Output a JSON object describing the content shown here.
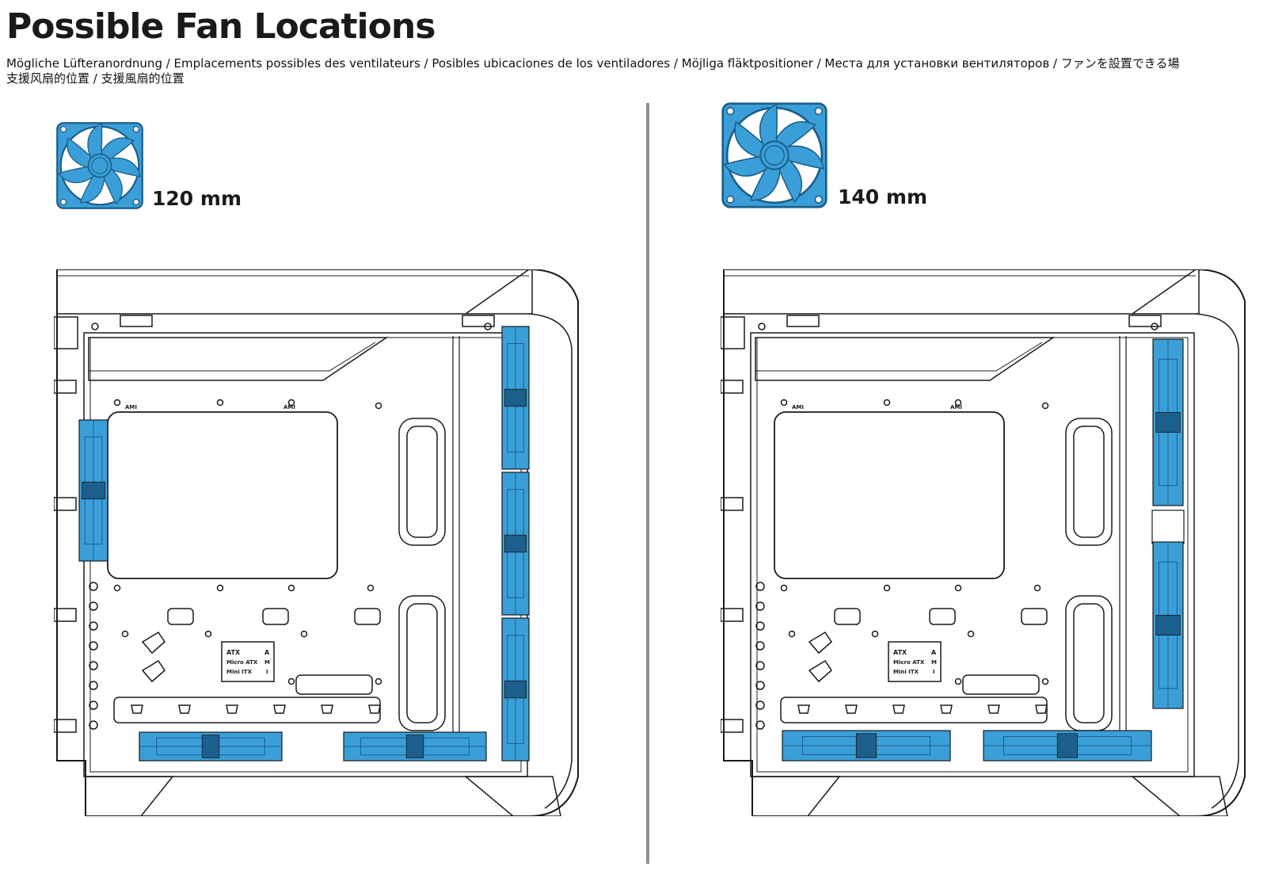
{
  "header": {
    "title": "Possible Fan Locations",
    "subtitle_line1": "Mögliche Lüfteranordnung / Emplacements possibles des ventilateurs / Posibles ubicaciones de los ventiladores / Möjliga fläktpositioner / Места для установки вентиляторов / ファンを設置できる場",
    "subtitle_line2": "支援风扇的位置 / 支援風扇的位置"
  },
  "panels": [
    {
      "size_label": "120 mm"
    },
    {
      "size_label": "140 mm"
    }
  ],
  "case_labels": {
    "atx": "ATX",
    "micro_atx": "Micro ATX",
    "mini_itx": "Mini ITX",
    "code_a": "A",
    "code_m": "M",
    "code_i": "I",
    "ami": "AMI"
  },
  "colors": {
    "fan_blue": "#3a9fd8",
    "fan_dark": "#1d5f8c",
    "line": "#1a1a1a",
    "divider": "#8f8f8f"
  }
}
